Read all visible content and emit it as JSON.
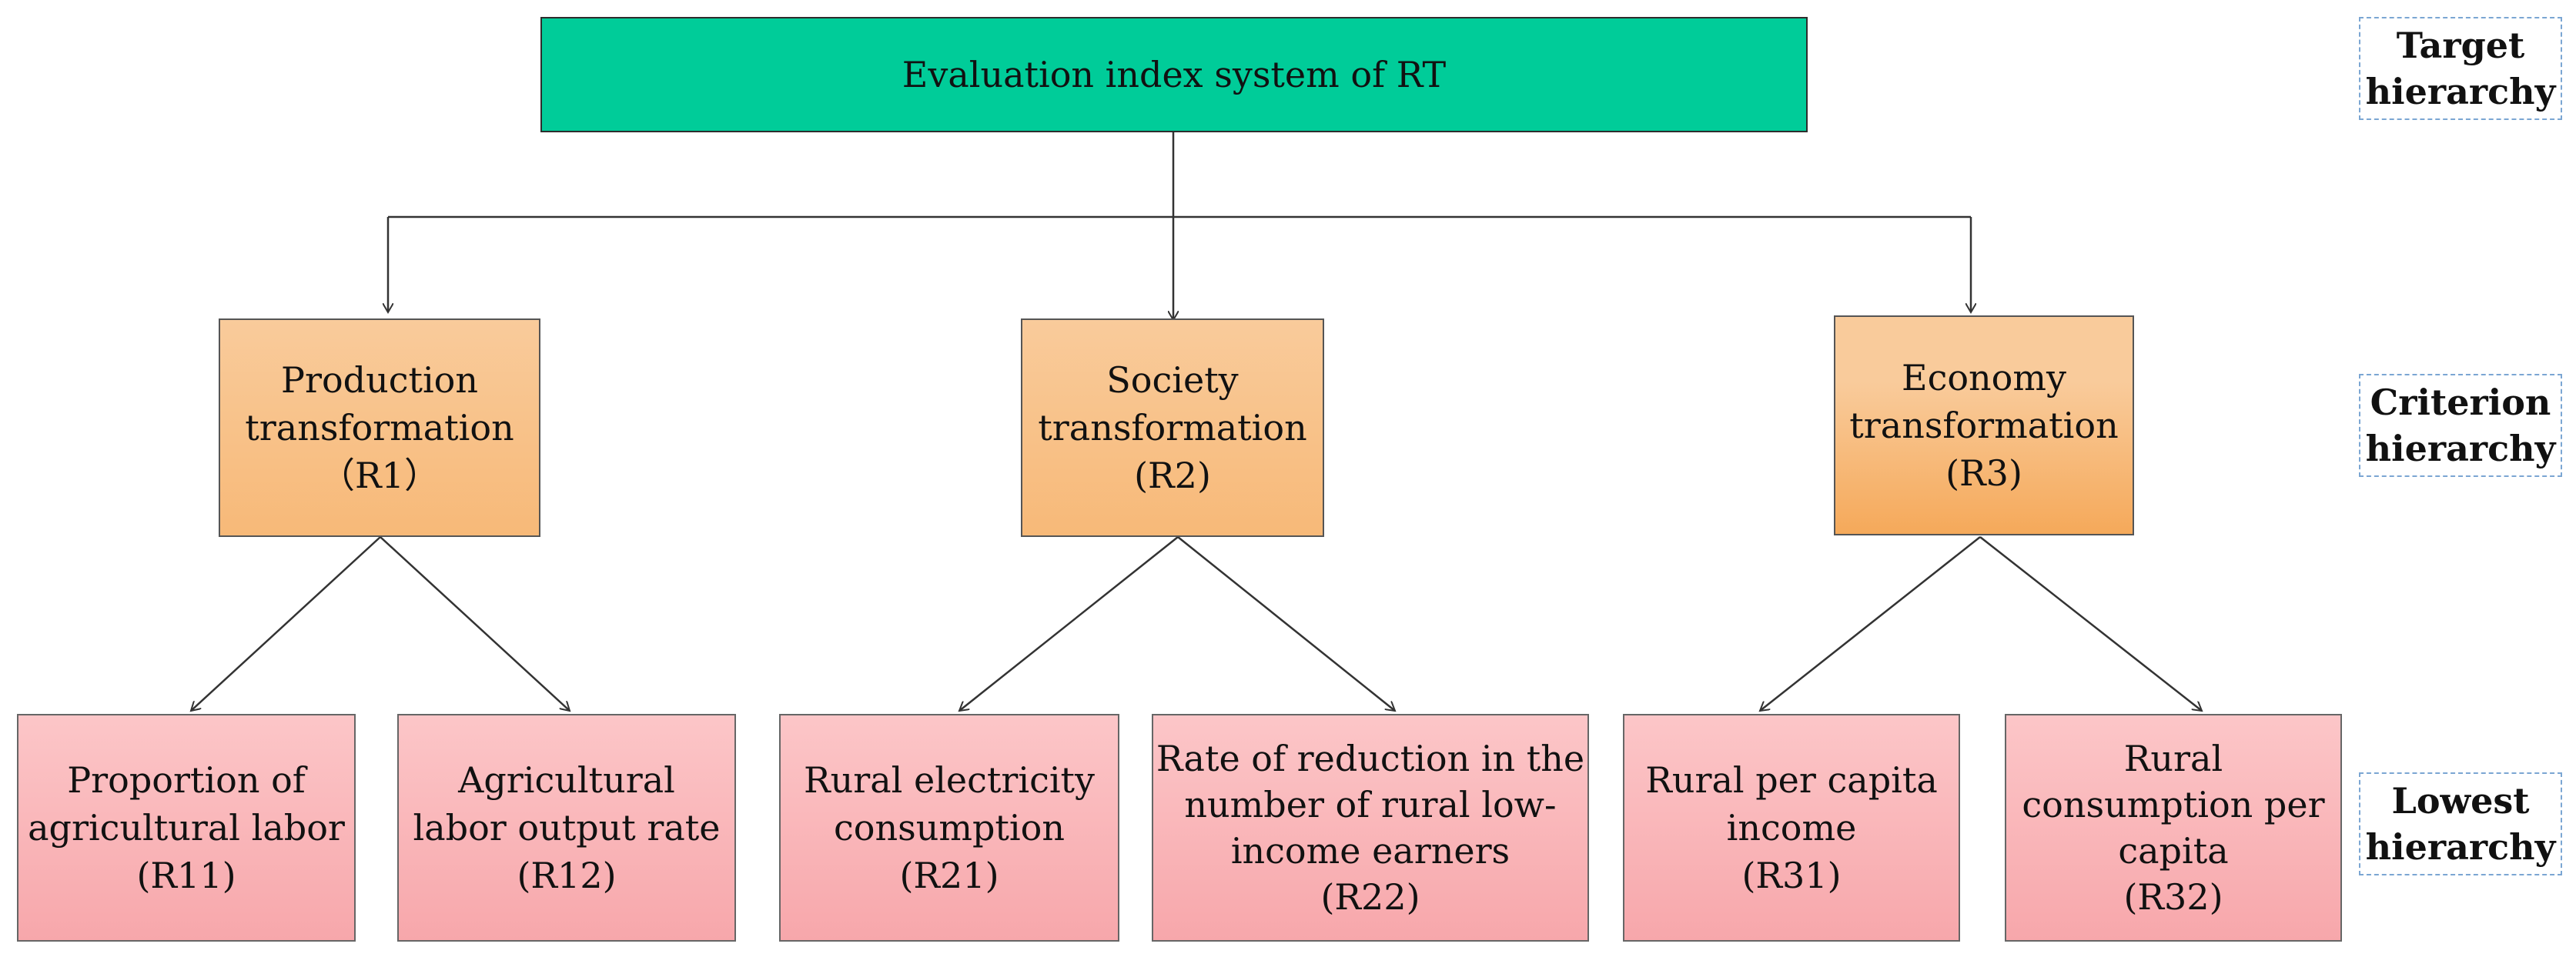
{
  "target": {
    "lines": [
      "Evaluation index system of RT"
    ]
  },
  "criteria": [
    {
      "lines": [
        "Production",
        "transformation",
        "（R1）"
      ]
    },
    {
      "lines": [
        "Society",
        "transformation",
        "(R2)"
      ]
    },
    {
      "lines": [
        "Economy",
        "transformation",
        "(R3)"
      ]
    }
  ],
  "indicators": [
    {
      "lines": [
        "Proportion of",
        "agricultural labor",
        "(R11)"
      ]
    },
    {
      "lines": [
        "Agricultural",
        "labor output rate",
        "(R12)"
      ]
    },
    {
      "lines": [
        "Rural electricity",
        "consumption",
        "(R21)"
      ]
    },
    {
      "lines": [
        "Rate of reduction in the",
        "number of rural low-",
        "income earners",
        "(R22)"
      ]
    },
    {
      "lines": [
        "Rural per capita",
        "income",
        "(R31)"
      ]
    },
    {
      "lines": [
        "Rural",
        "consumption per",
        "capita",
        "(R32)"
      ]
    }
  ],
  "hierarchy_labels": [
    {
      "lines": [
        "Target",
        "hierarchy"
      ]
    },
    {
      "lines": [
        "Criterion",
        "hierarchy"
      ]
    },
    {
      "lines": [
        "Lowest",
        "hierarchy"
      ]
    }
  ],
  "colors": {
    "target_fill": "#00cc99",
    "criterion_fill": "#f9cb9b",
    "lowest_fill": "#fcc6c8",
    "label_border": "#7ba6d3"
  }
}
